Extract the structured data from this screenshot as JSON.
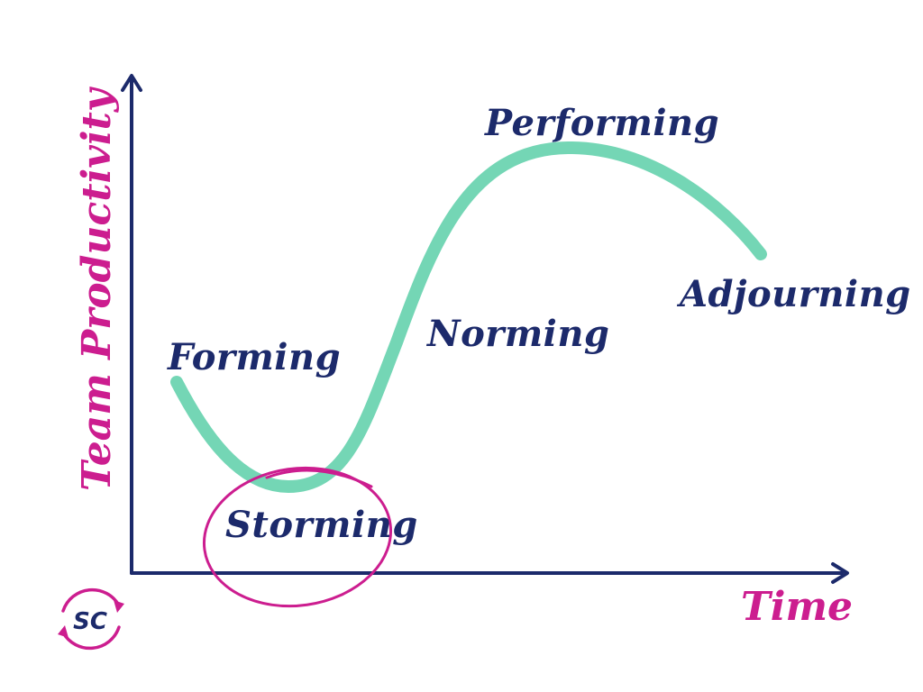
{
  "stages": {
    "forming": "Forming",
    "storming": "Storming",
    "norming": "Norming",
    "performing": "Performing",
    "adjourning": "Adjourning"
  },
  "axes": {
    "y_label": "Team Productivity",
    "x_label": "Time"
  },
  "logo": {
    "text": "SC"
  },
  "colors": {
    "navy": "#1c2a6b",
    "magenta": "#cc1d8f",
    "curve": "#74d6b5"
  }
}
